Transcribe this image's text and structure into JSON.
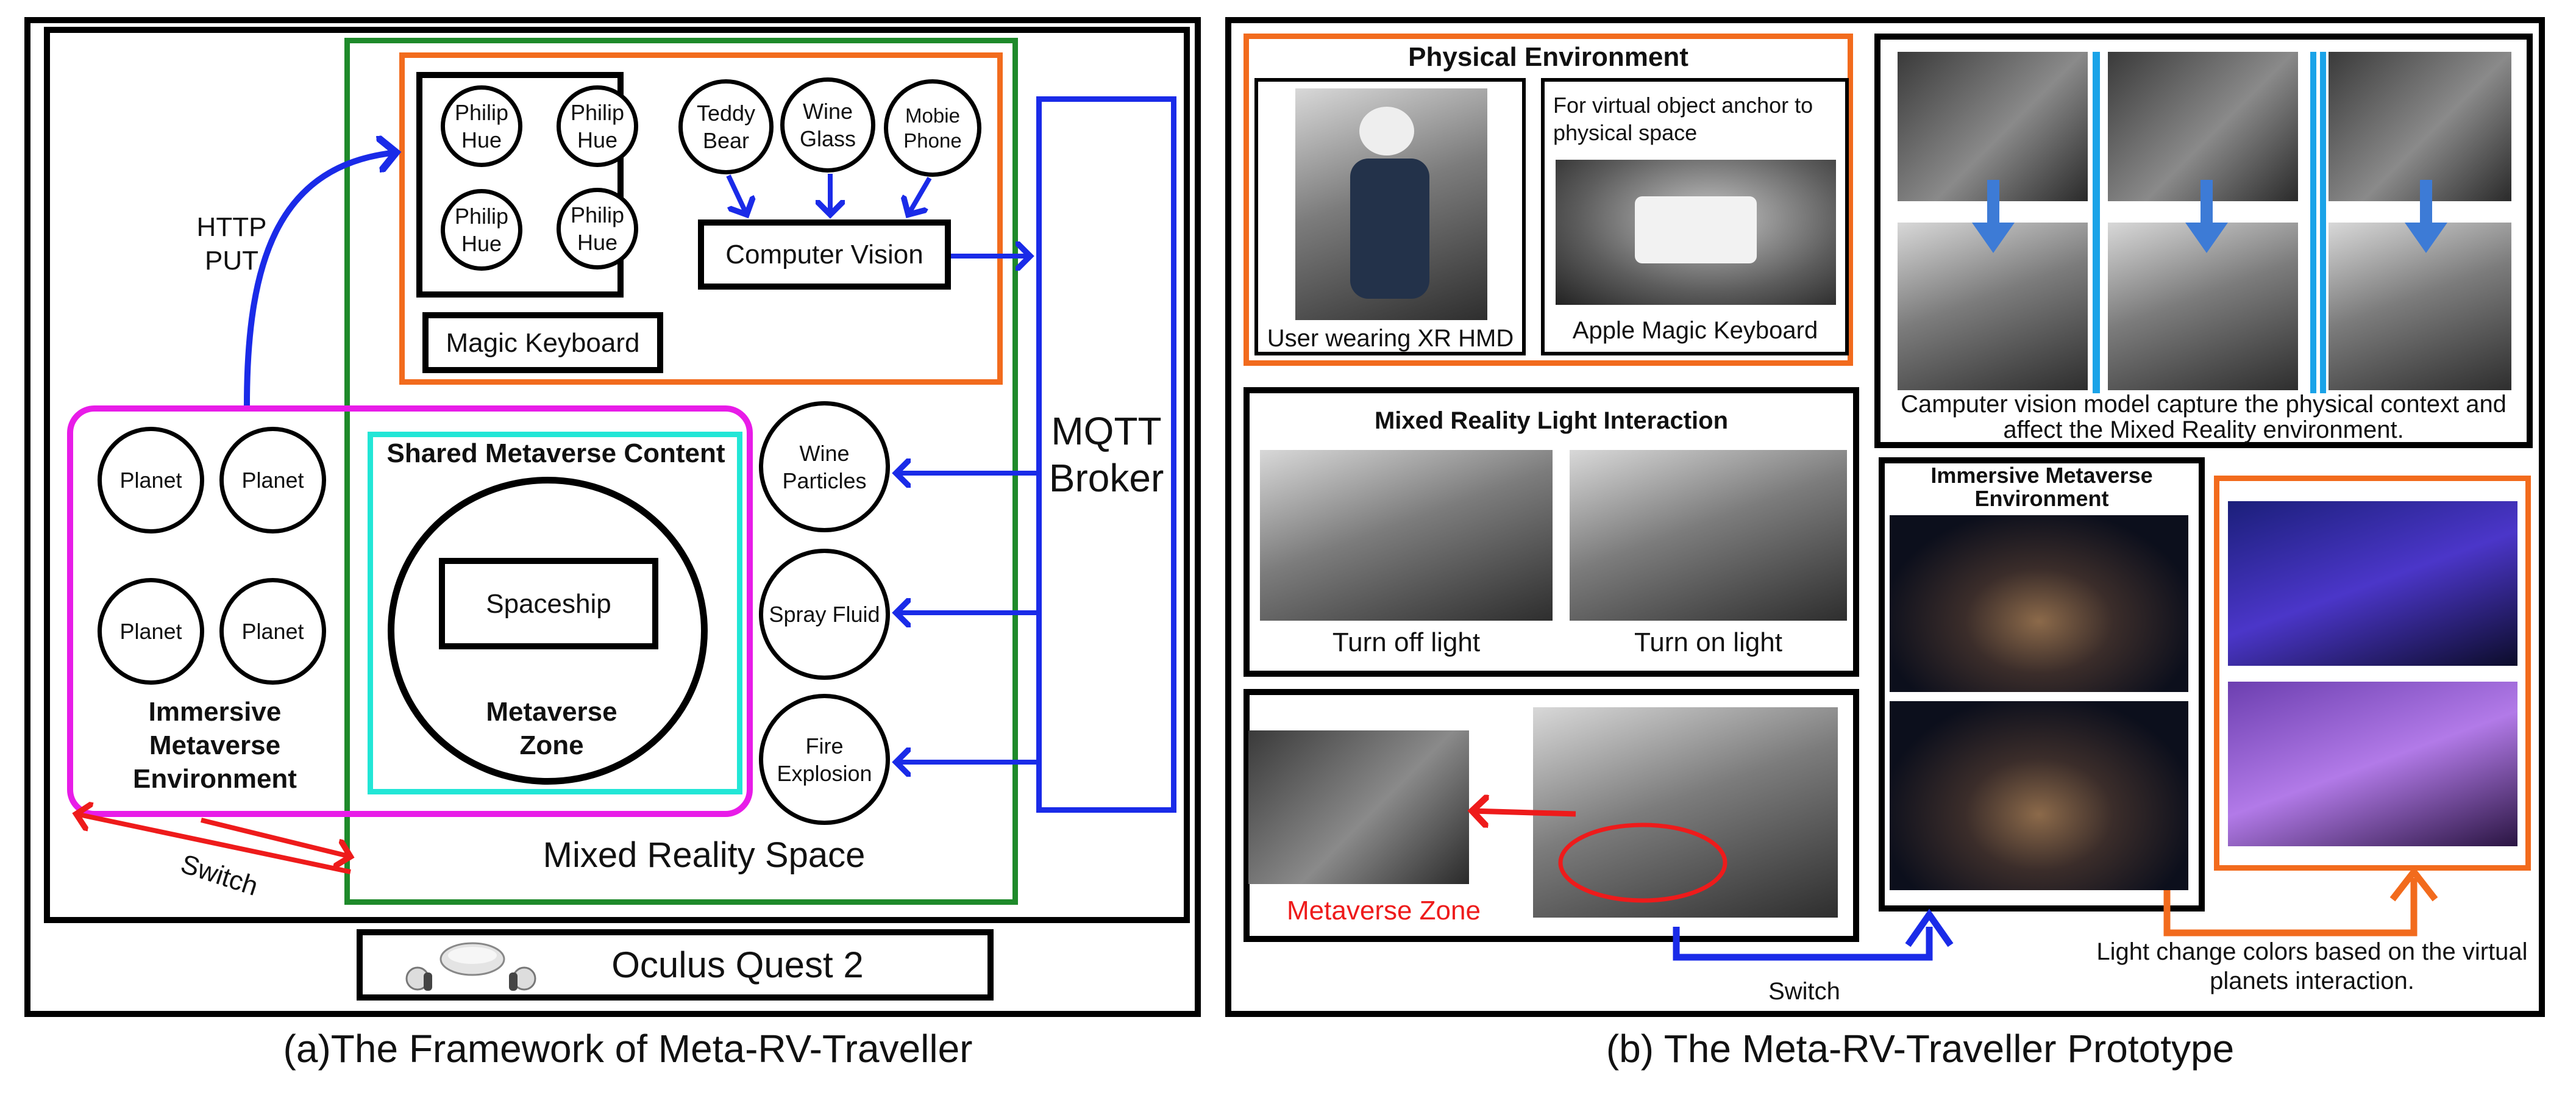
{
  "colors": {
    "orange": "#f26b1d",
    "green": "#1e8a2a",
    "magenta": "#e81ce8",
    "cyan": "#22e6d6",
    "blue": "#1a2be8",
    "red": "#ee1b1b",
    "light_blue": "#1aa3e8"
  },
  "left": {
    "caption": "(a)The Framework of Meta-RV-Traveller",
    "iot_devices": [
      "Philip Hue",
      "Philip Hue",
      "Philip Hue",
      "Philip Hue"
    ],
    "keyboard": "Magic Keyboard",
    "cv_objects": [
      "Teddy Bear",
      "Wine Glass",
      "Mobie Phone"
    ],
    "computer_vision": "Computer Vision",
    "http_label": "HTTP PUT",
    "mqtt": "MQTT Broker",
    "effects": [
      "Wine Particles",
      "Spray Fluid",
      "Fire Explosion"
    ],
    "planets": [
      "Planet",
      "Planet",
      "Planet",
      "Planet"
    ],
    "immersive_env": "Immersive Metaverse Environment",
    "shared_content": "Shared Metaverse Content",
    "spaceship": "Spaceship",
    "metaverse_zone": "Metaverse Zone",
    "mixed_reality": "Mixed Reality Space",
    "switch": "Switch",
    "device": "Oculus Quest 2"
  },
  "right": {
    "caption": "(b) The Meta-RV-Traveller Prototype",
    "physical_env": {
      "title": "Physical Environment",
      "user_caption": "User wearing XR HMD",
      "anchor_note": "For virtual object anchor to physical space",
      "keyboard_caption": "Apple Magic Keyboard"
    },
    "cv_caption": "Camputer vision model capture the physical context and affect the Mixed Reality environment.",
    "light": {
      "title": "Mixed Reality Light Interaction",
      "off": "Turn off light",
      "on": "Turn on light"
    },
    "zone_label": "Metaverse Zone",
    "switch": "Switch",
    "immersive_title": "Immersive Metaverse Environment",
    "light_note": "Light change colors based on the virtual planets interaction."
  }
}
